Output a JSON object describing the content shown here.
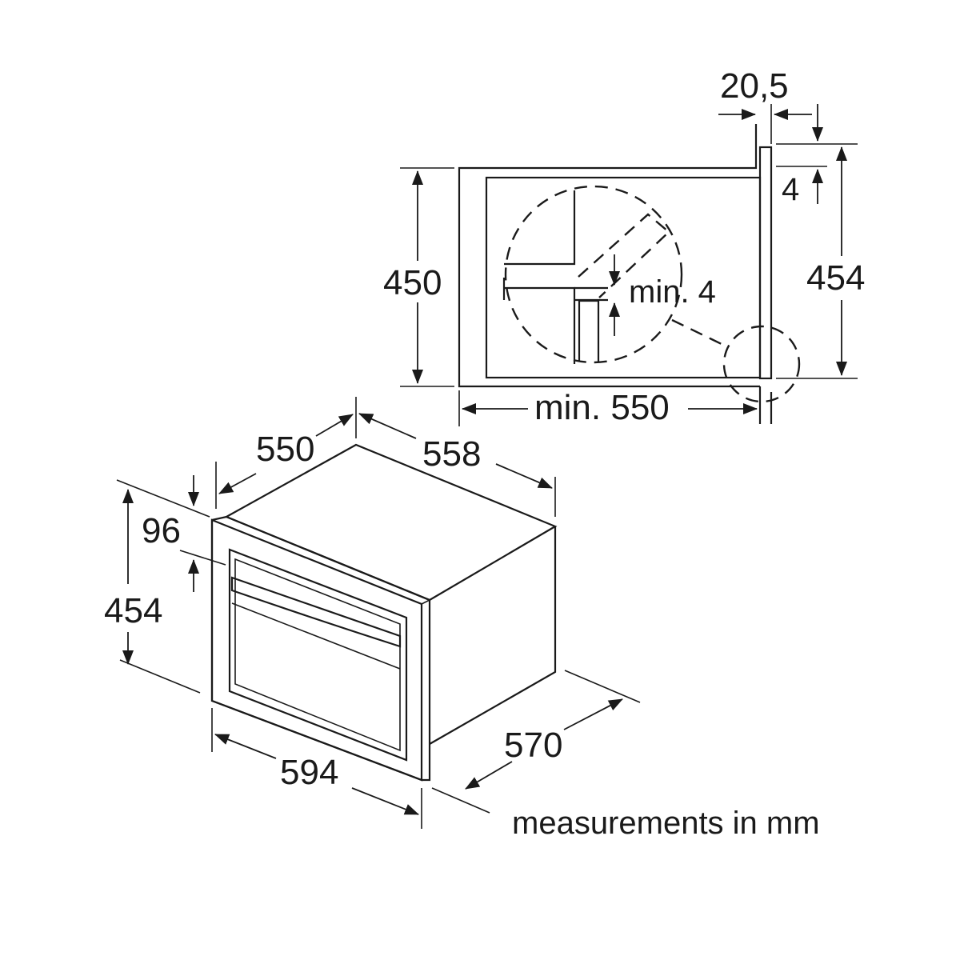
{
  "install_view": {
    "labels": {
      "gap_top": "20,5",
      "offset_top": "4",
      "niche_height": "450",
      "appliance_height": "454",
      "gap_min": "min. 4",
      "niche_depth": "min. 550"
    }
  },
  "appliance_view": {
    "labels": {
      "depth_side": "550",
      "width_top": "558",
      "control_panel": "96",
      "front_height": "454",
      "front_width": "594",
      "total_depth": "570"
    }
  },
  "footer": {
    "note": "measurements in mm"
  }
}
